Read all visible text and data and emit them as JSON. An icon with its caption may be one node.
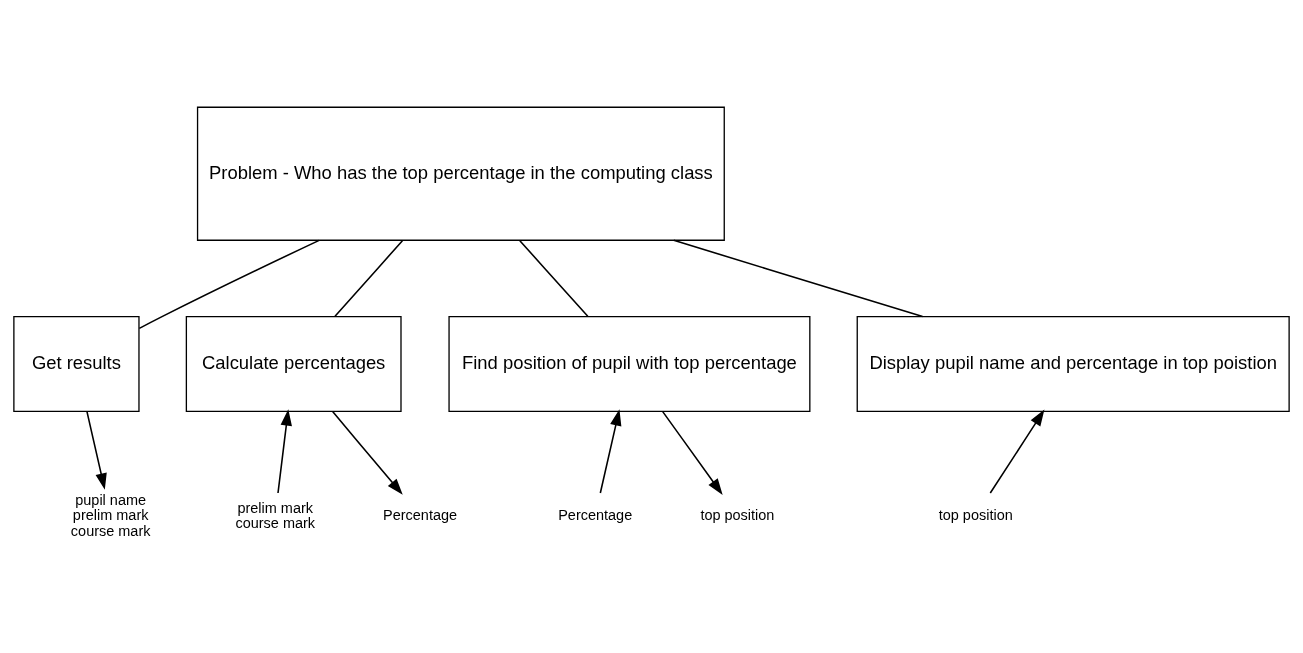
{
  "diagram": {
    "nodes": [
      {
        "text": [
          "Problem - Who has the top percentage in the computing class"
        ]
      },
      {
        "text": [
          "Get results"
        ]
      },
      {
        "text": [
          "Calculate percentages"
        ]
      },
      {
        "text": [
          "Find position of pupil with top percentage"
        ]
      },
      {
        "text": [
          "Display pupil name and percentage in top poistion"
        ]
      },
      {
        "text": [
          "pupil name",
          "prelim mark",
          "course mark"
        ]
      },
      {
        "text": [
          "prelim mark",
          "course mark"
        ]
      },
      {
        "text": [
          "Percentage"
        ]
      },
      {
        "text": [
          "Percentage"
        ]
      },
      {
        "text": [
          "top position"
        ]
      },
      {
        "text": [
          "top position"
        ]
      }
    ],
    "edges": [
      {
        "from": 0,
        "to": 1,
        "arrow": "none"
      },
      {
        "from": 0,
        "to": 2,
        "arrow": "none"
      },
      {
        "from": 0,
        "to": 3,
        "arrow": "none"
      },
      {
        "from": 0,
        "to": 4,
        "arrow": "none"
      },
      {
        "from": 1,
        "to": 5,
        "arrow": "to"
      },
      {
        "from": 6,
        "to": 2,
        "arrow": "to"
      },
      {
        "from": 2,
        "to": 7,
        "arrow": "to"
      },
      {
        "from": 8,
        "to": 3,
        "arrow": "to"
      },
      {
        "from": 3,
        "to": 9,
        "arrow": "to"
      },
      {
        "from": 10,
        "to": 4,
        "arrow": "to"
      }
    ]
  }
}
